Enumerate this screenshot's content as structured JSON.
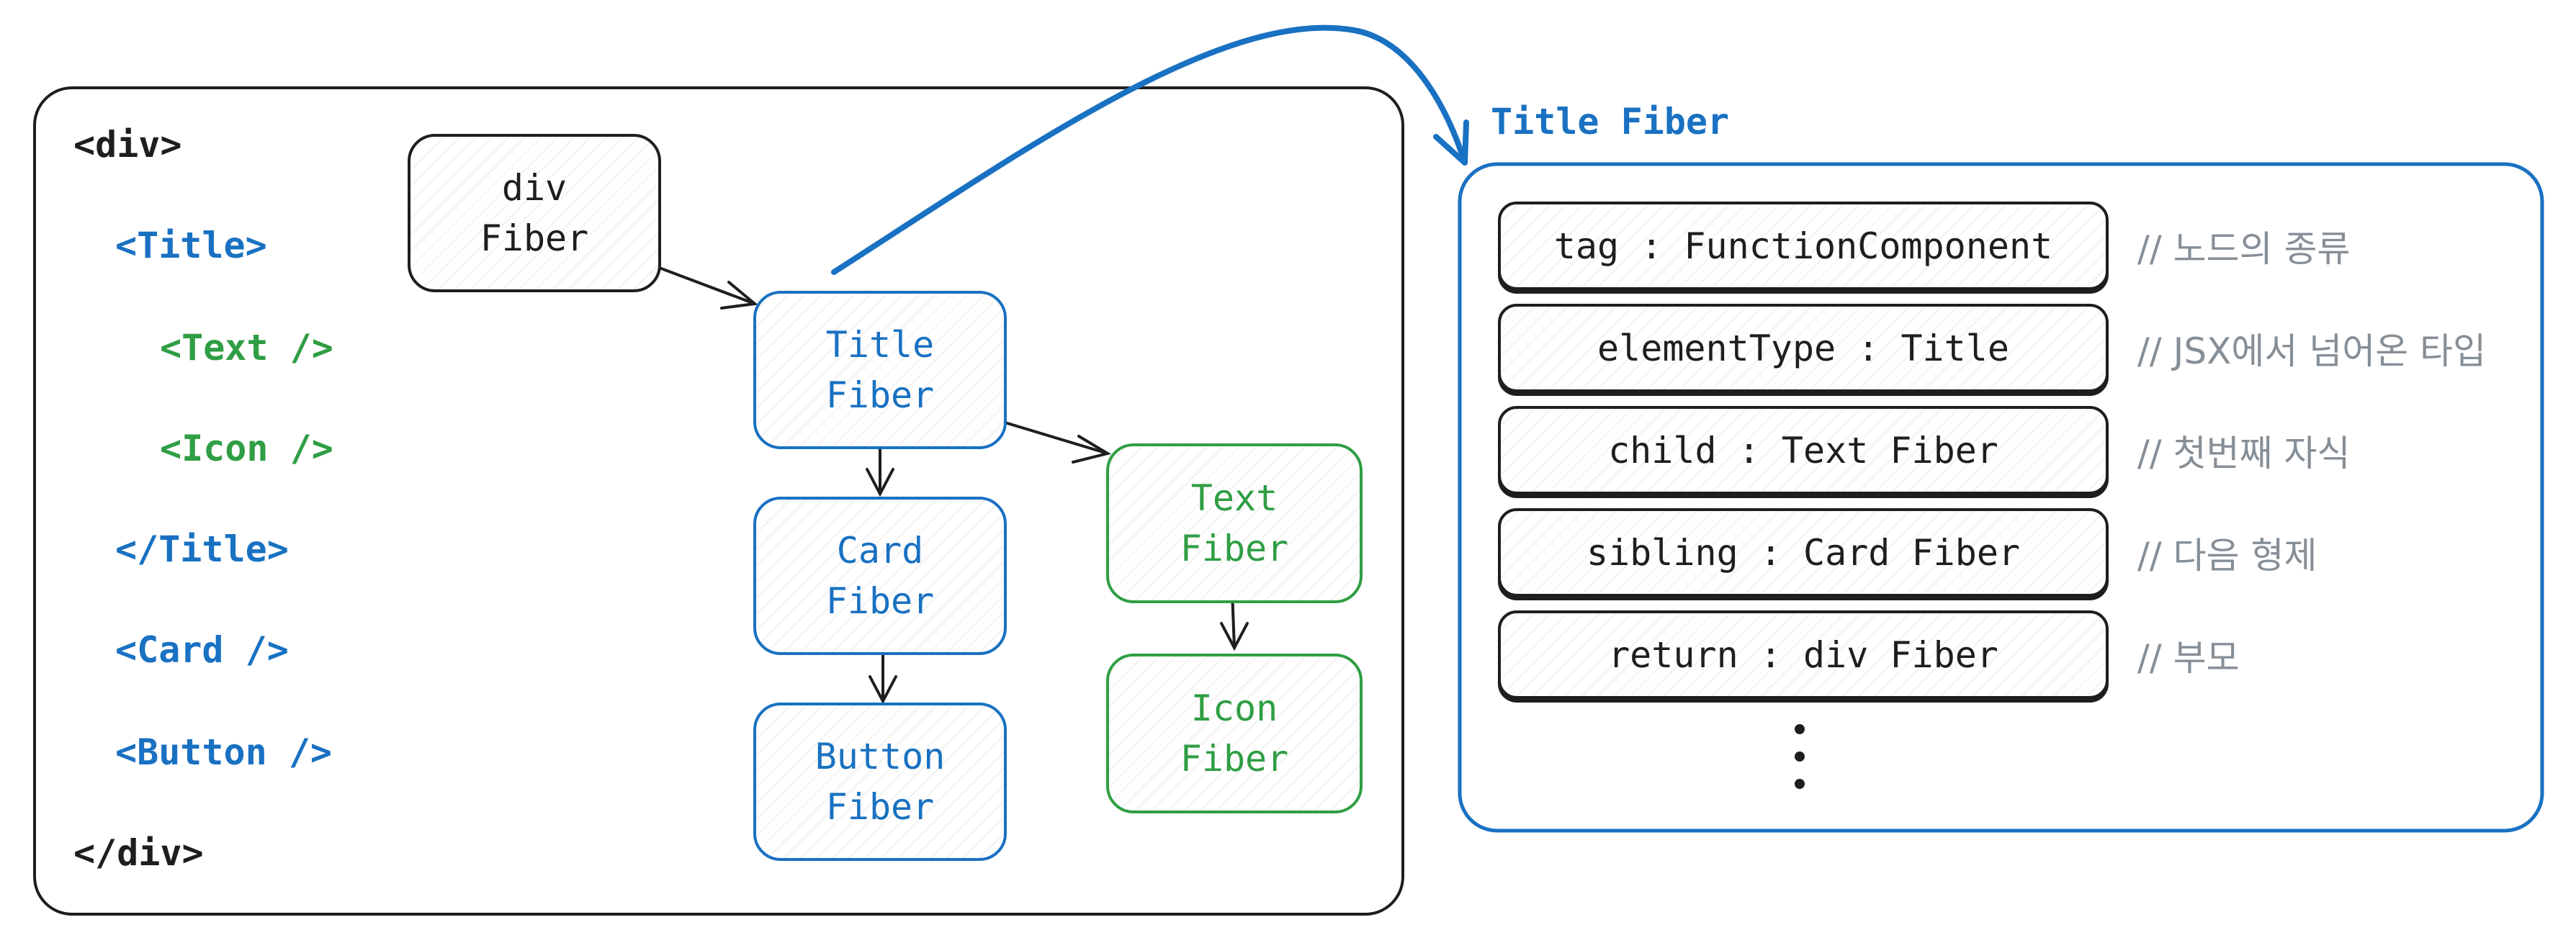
{
  "code_panel": {
    "lines": [
      {
        "text": "<div>",
        "color": "#1e1e1e"
      },
      {
        "text": "<Title>",
        "color": "#1971c2"
      },
      {
        "text": "<Text />",
        "color": "#2f9e44"
      },
      {
        "text": "<Icon />",
        "color": "#2f9e44"
      },
      {
        "text": "</Title>",
        "color": "#1971c2"
      },
      {
        "text": "<Card />",
        "color": "#1971c2"
      },
      {
        "text": "<Button />",
        "color": "#1971c2"
      },
      {
        "text": "</div>",
        "color": "#1e1e1e"
      }
    ]
  },
  "fiber_nodes": {
    "div": {
      "line1": "div",
      "line2": "Fiber"
    },
    "title": {
      "line1": "Title",
      "line2": "Fiber"
    },
    "card": {
      "line1": "Card",
      "line2": "Fiber"
    },
    "button": {
      "line1": "Button",
      "line2": "Fiber"
    },
    "text": {
      "line1": "Text",
      "line2": "Fiber"
    },
    "icon": {
      "line1": "Icon",
      "line2": "Fiber"
    }
  },
  "detail_panel": {
    "title": "Title Fiber",
    "fields": [
      {
        "label": "tag : FunctionComponent",
        "comment": "// 노드의 종류"
      },
      {
        "label": "elementType : Title",
        "comment": "// JSX에서 넘어온 타입"
      },
      {
        "label": "child : Text Fiber",
        "comment": "// 첫번째 자식"
      },
      {
        "label": "sibling : Card Fiber",
        "comment": "// 다음 형제"
      },
      {
        "label": "return : div Fiber",
        "comment": "// 부모"
      }
    ]
  },
  "colors": {
    "stroke": "#1e1e1e",
    "blue": "#1971c2",
    "green": "#2f9e44",
    "comment": "#868e96"
  }
}
